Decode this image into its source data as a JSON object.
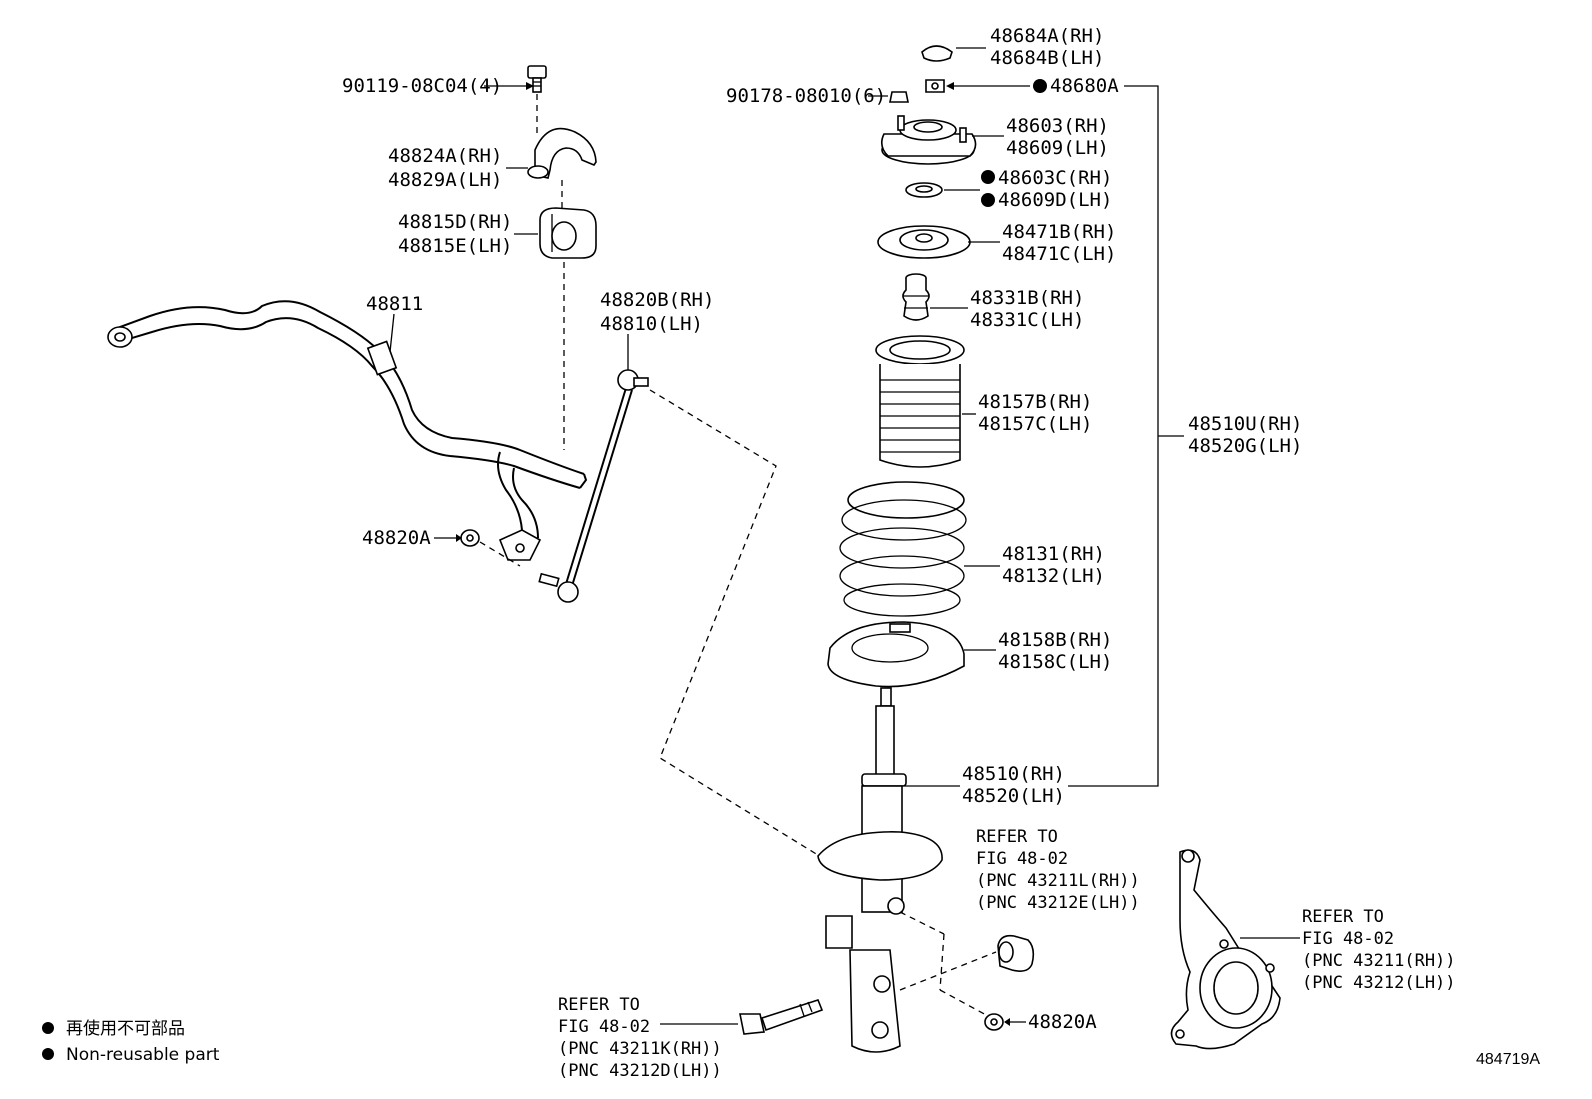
{
  "figure_id": "484719A",
  "legend": {
    "non_reusable_ja": "再使用不可部品",
    "non_reusable_en": "Non-reusable part"
  },
  "callouts": {
    "bolt_90119": "90119-08C04(4)",
    "bracket_rh": "48824A(RH)",
    "bracket_lh": "48829A(LH)",
    "bushing_rh": "48815D(RH)",
    "bushing_lh": "48815E(LH)",
    "stabilizer_bar": "48811",
    "link_rh": "48820B(RH)",
    "link_lh": "48810(LH)",
    "nut_48820a_left": "48820A",
    "cap_rh": "48684A(RH)",
    "cap_lh": "48684B(LH)",
    "nut_90178": "90178-08010(6)",
    "nut_48680a": "48680A",
    "support_rh": "48603(RH)",
    "support_lh": "48609(LH)",
    "collar_rh": "48603C(RH)",
    "collar_lh": "48609D(LH)",
    "seat_upper_rh": "48471B(RH)",
    "seat_upper_lh": "48471C(LH)",
    "bumper_rh": "48331B(RH)",
    "bumper_lh": "48331C(LH)",
    "boot_rh": "48157B(RH)",
    "boot_lh": "48157C(LH)",
    "spring_rh": "48131(RH)",
    "spring_lh": "48132(LH)",
    "insulator_rh": "48158B(RH)",
    "insulator_lh": "48158C(LH)",
    "assy_rh": "48510U(RH)",
    "assy_lh": "48520G(LH)",
    "absorber_rh": "48510(RH)",
    "absorber_lh": "48520(LH)",
    "nut_48820a_right": "48820A"
  },
  "refer_notes": {
    "bolt": [
      "REFER TO",
      "FIG 48-02",
      "(PNC 43211K(RH))",
      "(PNC 43212D(LH))"
    ],
    "cam": [
      "REFER TO",
      "FIG 48-02",
      "(PNC 43211L(RH))",
      "(PNC 43212E(LH))"
    ],
    "knuckle": [
      "REFER TO",
      "FIG 48-02",
      "(PNC 43211(RH))",
      "(PNC 43212(LH))"
    ]
  }
}
